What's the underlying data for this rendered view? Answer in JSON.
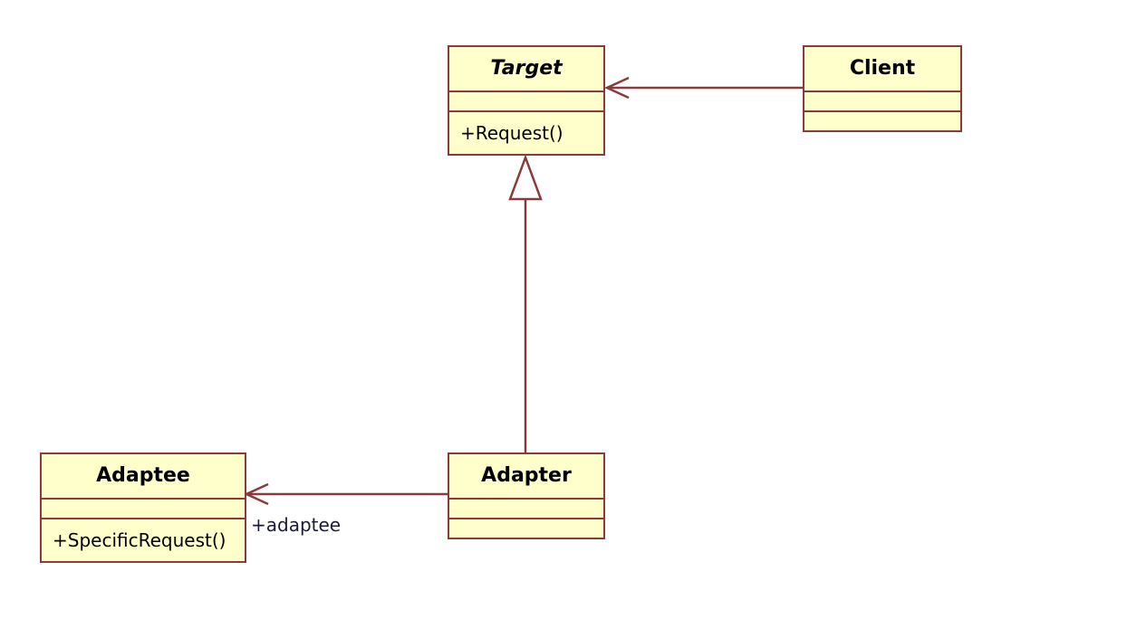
{
  "classes": {
    "target": {
      "name": "Target",
      "operations": [
        "+Request()"
      ]
    },
    "client": {
      "name": "Client",
      "operations": []
    },
    "adapter": {
      "name": "Adapter",
      "operations": []
    },
    "adaptee": {
      "name": "Adaptee",
      "operations": [
        "+SpecificRequest()"
      ]
    }
  },
  "relations": {
    "adapter_to_adaptee_role": "+adaptee"
  },
  "colors": {
    "class_fill": "#ffffcc",
    "class_border": "#8b3a3a",
    "line": "#8b3a3a"
  }
}
